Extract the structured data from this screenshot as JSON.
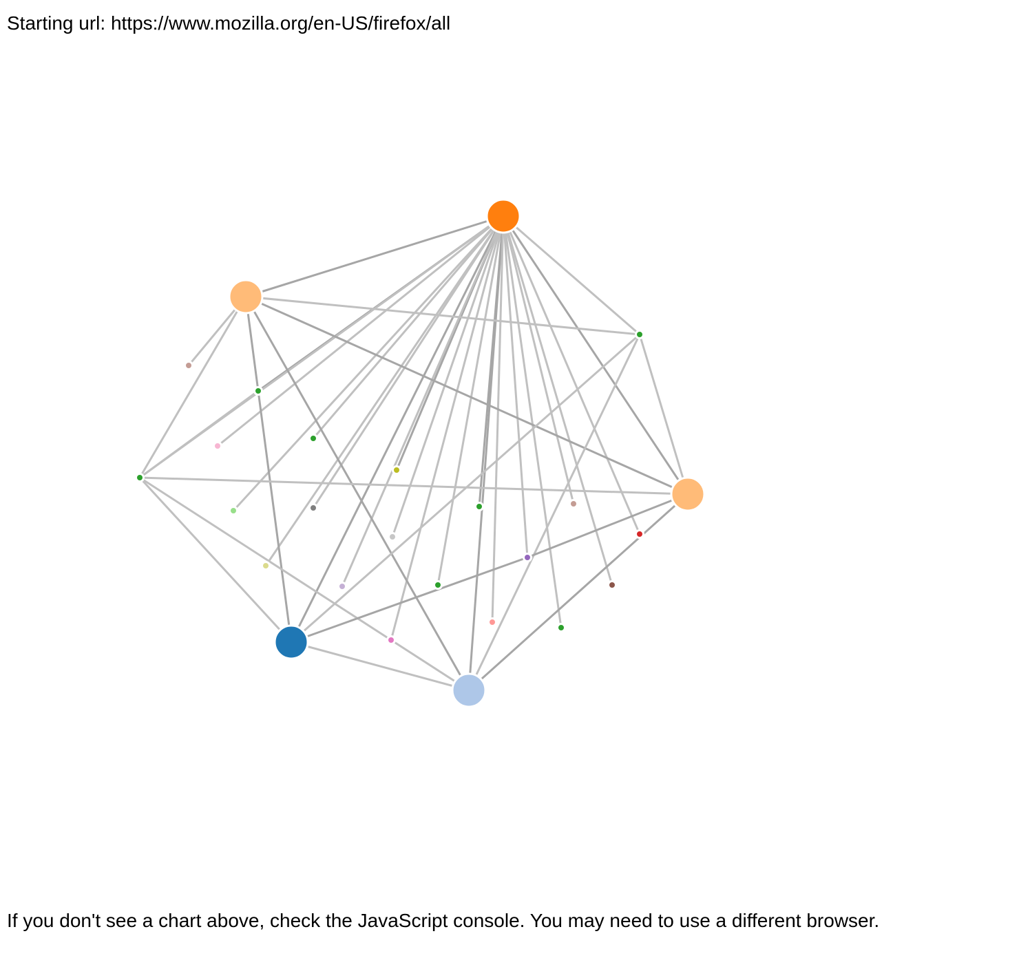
{
  "header": {
    "starting_url_text": "Starting url: https://www.mozilla.org/en-US/firefox/all"
  },
  "footer": {
    "note": "If you don't see a chart above, check the JavaScript console. You may need to use a different browser."
  },
  "graph": {
    "type": "force-directed network",
    "edge_color_light": "#c0c0c0",
    "edge_color_dark": "#a6a6a6",
    "node_outline_color": "#ffffff",
    "nodes": [
      {
        "id": "A",
        "size": "large",
        "color": "#ff7f0e"
      },
      {
        "id": "B",
        "size": "large",
        "color": "#ffbb78"
      },
      {
        "id": "C",
        "size": "large",
        "color": "#ffbb78"
      },
      {
        "id": "D",
        "size": "large",
        "color": "#1f77b4"
      },
      {
        "id": "E",
        "size": "large",
        "color": "#aec7e8"
      },
      {
        "id": "n1",
        "size": "small",
        "color": "#2ca02c"
      },
      {
        "id": "n2",
        "size": "small",
        "color": "#c49c94"
      },
      {
        "id": "n3",
        "size": "small",
        "color": "#2ca02c"
      },
      {
        "id": "n4",
        "size": "small",
        "color": "#f7b6d2"
      },
      {
        "id": "n5",
        "size": "small",
        "color": "#2ca02c"
      },
      {
        "id": "n6",
        "size": "small",
        "color": "#bcbd22"
      },
      {
        "id": "n7",
        "size": "small",
        "color": "#2ca02c"
      },
      {
        "id": "n8",
        "size": "small",
        "color": "#98df8a"
      },
      {
        "id": "n9",
        "size": "small",
        "color": "#7f7f7f"
      },
      {
        "id": "n10",
        "size": "small",
        "color": "#2ca02c"
      },
      {
        "id": "n11",
        "size": "small",
        "color": "#c49c94"
      },
      {
        "id": "n12",
        "size": "small",
        "color": "#c7c7c7"
      },
      {
        "id": "n13",
        "size": "small",
        "color": "#d62728"
      },
      {
        "id": "n14",
        "size": "small",
        "color": "#9467bd"
      },
      {
        "id": "n15",
        "size": "small",
        "color": "#dbdb8d"
      },
      {
        "id": "n16",
        "size": "small",
        "color": "#c5b0d5"
      },
      {
        "id": "n17",
        "size": "small",
        "color": "#2ca02c"
      },
      {
        "id": "n18",
        "size": "small",
        "color": "#8c564b"
      },
      {
        "id": "n19",
        "size": "small",
        "color": "#ff9896"
      },
      {
        "id": "n20",
        "size": "small",
        "color": "#2ca02c"
      },
      {
        "id": "n21",
        "size": "small",
        "color": "#e377c2"
      }
    ],
    "edges": [
      {
        "source": "A",
        "target": "B",
        "weight": "heavy"
      },
      {
        "source": "A",
        "target": "C",
        "weight": "heavy"
      },
      {
        "source": "A",
        "target": "D",
        "weight": "heavy"
      },
      {
        "source": "A",
        "target": "E",
        "weight": "heavy"
      },
      {
        "source": "A",
        "target": "n1",
        "weight": "light"
      },
      {
        "source": "A",
        "target": "n3",
        "weight": "heavy"
      },
      {
        "source": "A",
        "target": "n4",
        "weight": "light"
      },
      {
        "source": "A",
        "target": "n5",
        "weight": "light"
      },
      {
        "source": "A",
        "target": "n6",
        "weight": "heavy"
      },
      {
        "source": "A",
        "target": "n7",
        "weight": "light"
      },
      {
        "source": "A",
        "target": "n8",
        "weight": "light"
      },
      {
        "source": "A",
        "target": "n9",
        "weight": "light"
      },
      {
        "source": "A",
        "target": "n10",
        "weight": "heavy"
      },
      {
        "source": "A",
        "target": "n11",
        "weight": "light"
      },
      {
        "source": "A",
        "target": "n12",
        "weight": "light"
      },
      {
        "source": "A",
        "target": "n13",
        "weight": "light"
      },
      {
        "source": "A",
        "target": "n14",
        "weight": "light"
      },
      {
        "source": "A",
        "target": "n15",
        "weight": "light"
      },
      {
        "source": "A",
        "target": "n16",
        "weight": "light"
      },
      {
        "source": "A",
        "target": "n17",
        "weight": "light"
      },
      {
        "source": "A",
        "target": "n18",
        "weight": "light"
      },
      {
        "source": "A",
        "target": "n19",
        "weight": "light"
      },
      {
        "source": "A",
        "target": "n20",
        "weight": "light"
      },
      {
        "source": "A",
        "target": "n21",
        "weight": "light"
      },
      {
        "source": "B",
        "target": "n1",
        "weight": "light"
      },
      {
        "source": "B",
        "target": "n2",
        "weight": "light"
      },
      {
        "source": "B",
        "target": "n7",
        "weight": "light"
      },
      {
        "source": "B",
        "target": "C",
        "weight": "heavy"
      },
      {
        "source": "B",
        "target": "D",
        "weight": "heavy"
      },
      {
        "source": "B",
        "target": "E",
        "weight": "heavy"
      },
      {
        "source": "n1",
        "target": "C",
        "weight": "light"
      },
      {
        "source": "n1",
        "target": "E",
        "weight": "light"
      },
      {
        "source": "n1",
        "target": "D",
        "weight": "light"
      },
      {
        "source": "n7",
        "target": "C",
        "weight": "light"
      },
      {
        "source": "n7",
        "target": "D",
        "weight": "light"
      },
      {
        "source": "n7",
        "target": "n3",
        "weight": "light"
      },
      {
        "source": "n7",
        "target": "n21",
        "weight": "light"
      },
      {
        "source": "C",
        "target": "n14",
        "weight": "heavy"
      },
      {
        "source": "C",
        "target": "E",
        "weight": "heavy"
      },
      {
        "source": "n14",
        "target": "D",
        "weight": "heavy"
      },
      {
        "source": "D",
        "target": "E",
        "weight": "light"
      },
      {
        "source": "n21",
        "target": "E",
        "weight": "light"
      }
    ]
  }
}
